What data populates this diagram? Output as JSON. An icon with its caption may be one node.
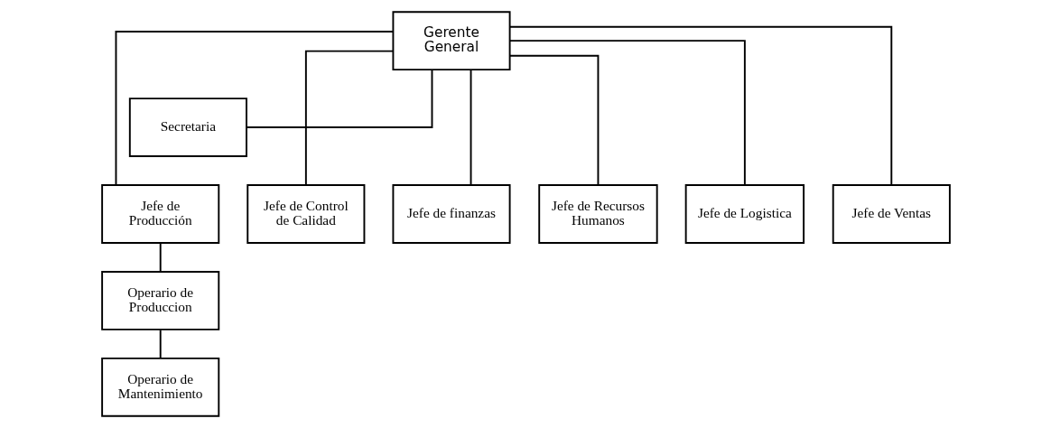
{
  "diagram": {
    "nodes": [
      {
        "text": [
          "Gerente General"
        ]
      },
      {
        "text": [
          "Secretaria"
        ]
      },
      {
        "text": [
          "Jefe de Producción"
        ]
      },
      {
        "text": [
          "Jefe de Control de Calidad"
        ]
      },
      {
        "text": [
          "Jefe de finanzas"
        ]
      },
      {
        "text": [
          "Jefe de Recursos Humanos"
        ]
      },
      {
        "text": [
          "Jefe de Logistica"
        ]
      },
      {
        "text": [
          "Jefe de Ventas"
        ]
      },
      {
        "text": [
          "Operario de Produccion"
        ]
      },
      {
        "text": [
          "Operario de Mantenimiento"
        ]
      }
    ],
    "edges": [
      {
        "from": 0,
        "to": 1,
        "arrow": "none"
      },
      {
        "from": 0,
        "to": 2,
        "arrow": "none"
      },
      {
        "from": 0,
        "to": 3,
        "arrow": "none"
      },
      {
        "from": 0,
        "to": 4,
        "arrow": "none"
      },
      {
        "from": 0,
        "to": 5,
        "arrow": "none"
      },
      {
        "from": 0,
        "to": 6,
        "arrow": "none"
      },
      {
        "from": 0,
        "to": 7,
        "arrow": "none"
      },
      {
        "from": 2,
        "to": 8,
        "arrow": "none"
      },
      {
        "from": 8,
        "to": 9,
        "arrow": "none"
      }
    ]
  }
}
